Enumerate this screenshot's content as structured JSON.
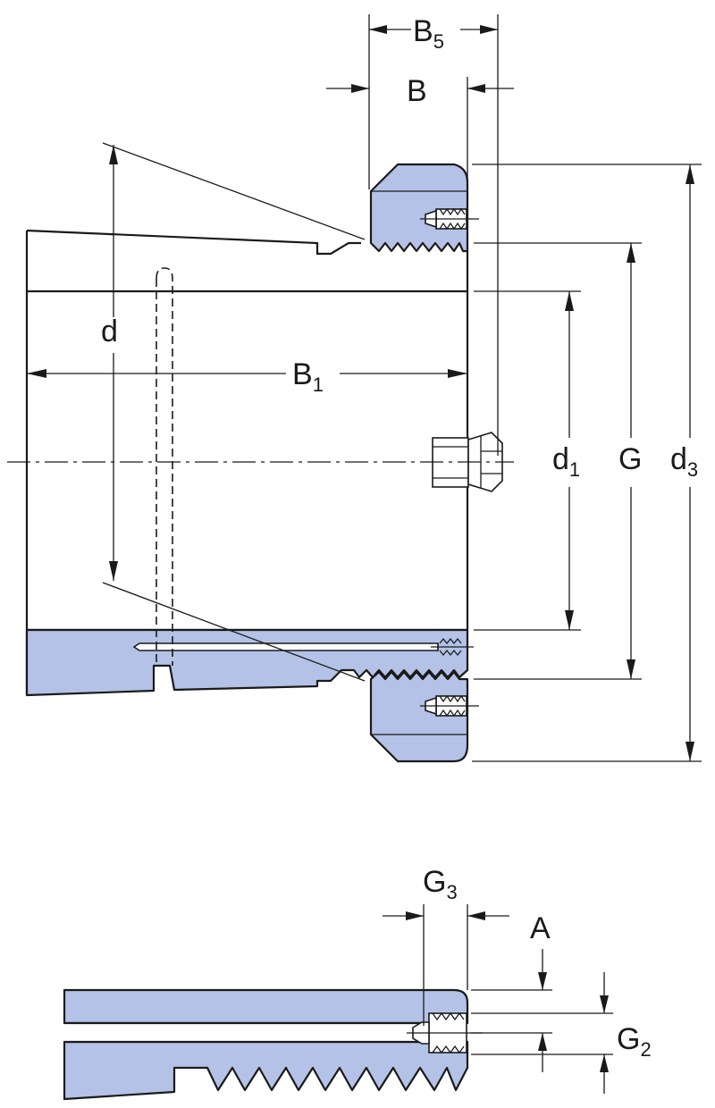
{
  "colors": {
    "part_fill": "#b3c2e6",
    "line": "#1a1a1a",
    "background": "#ffffff"
  },
  "labels": {
    "B5": {
      "main": "B",
      "sub": "5"
    },
    "B": {
      "main": "B"
    },
    "d": {
      "main": "d"
    },
    "B1": {
      "main": "B",
      "sub": "1"
    },
    "d1": {
      "main": "d",
      "sub": "1"
    },
    "G": {
      "main": "G"
    },
    "d3": {
      "main": "d",
      "sub": "3"
    },
    "G3": {
      "main": "G",
      "sub": "3"
    },
    "A": {
      "main": "A"
    },
    "G2": {
      "main": "G",
      "sub": "2"
    }
  }
}
